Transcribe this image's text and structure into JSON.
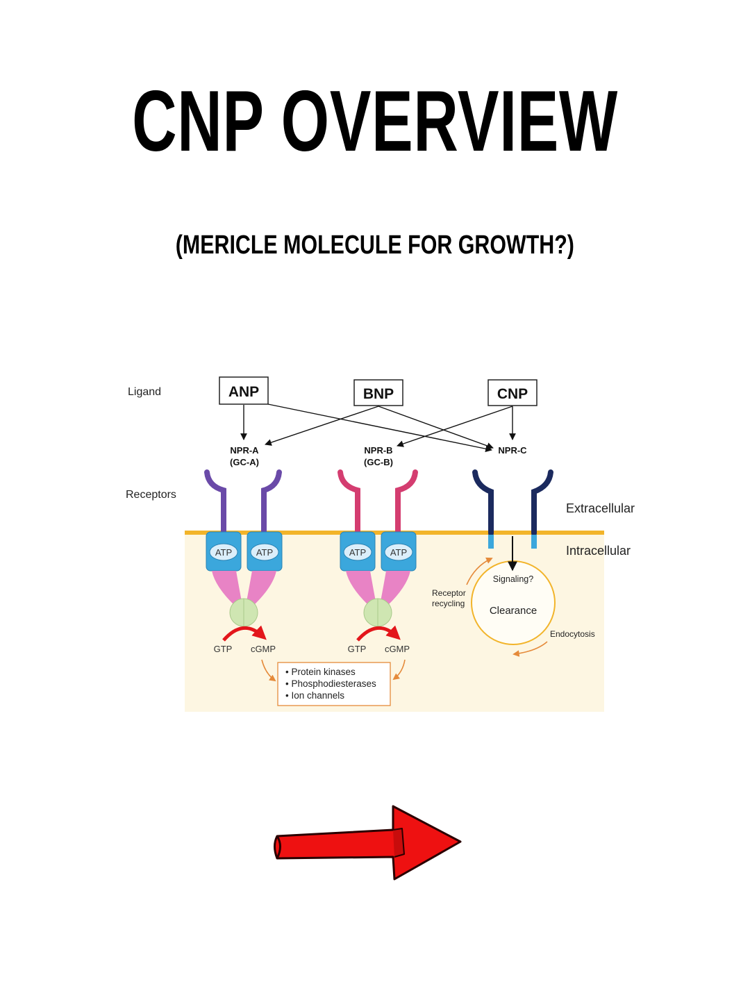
{
  "header": {
    "title": "CNP OVERVIEW",
    "subtitle": "(MERICLE MOLECULE FOR GROWTH?)"
  },
  "diagram": {
    "row_labels": {
      "ligand": "Ligand",
      "receptors": "Receptors"
    },
    "ligands": {
      "anp": "ANP",
      "bnp": "BNP",
      "cnp": "CNP"
    },
    "receptors": {
      "npr_a": {
        "name": "NPR-A",
        "alias": "(GC-A)"
      },
      "npr_b": {
        "name": "NPR-B",
        "alias": "(GC-B)"
      },
      "npr_c": {
        "name": "NPR-C"
      }
    },
    "regions": {
      "extracellular": "Extracellular",
      "intracellular": "Intracellular"
    },
    "atp_label": "ATP",
    "gtp_label": "GTP",
    "cgmp_label": "cGMP",
    "effectors": [
      "• Protein kinases",
      "• Phosphodiesterases",
      "• Ion channels"
    ],
    "clearance_cycle": {
      "signaling": "Signaling?",
      "clearance": "Clearance",
      "receptor_recycling_line1": "Receptor",
      "receptor_recycling_line2": "recycling",
      "endocytosis": "Endocytosis"
    },
    "colors": {
      "npr_a_stalk": "#6a4aa8",
      "npr_b_stalk": "#d43d70",
      "npr_c_stalk": "#1b2a5e",
      "membrane": "#f2b42a",
      "kinase_domain": "#3ba7dc",
      "linker": "#e883c5",
      "gc_domain": "#cfe6b2",
      "cytoplasm": "#fdf6e2",
      "cycle_arrow": "#e58a3a",
      "cgmp_arrow": "#e3161b",
      "effector_border": "#e58a3a",
      "next_arrow": "#ee1111"
    }
  },
  "navigation": {
    "next_arrow_icon": "right-arrow-icon"
  }
}
